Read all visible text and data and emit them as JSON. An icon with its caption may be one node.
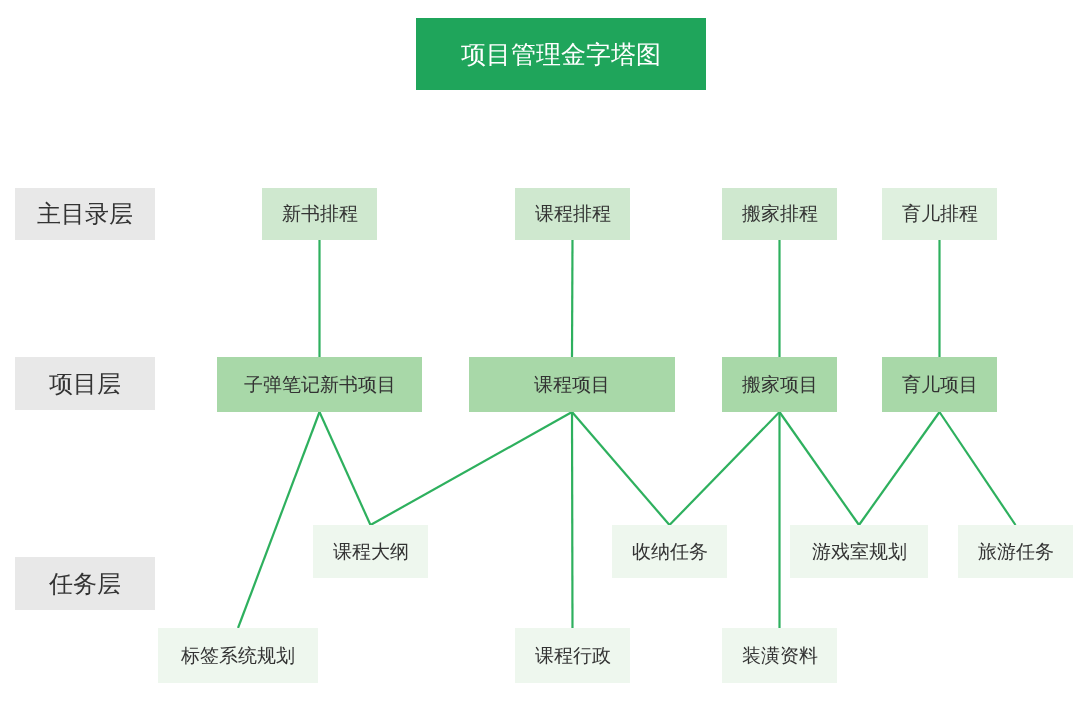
{
  "diagram": {
    "title": "项目管理金字塔图",
    "nodes": [
      {
        "text": [
          "主目录层"
        ]
      },
      {
        "text": [
          "新书排程"
        ]
      },
      {
        "text": [
          "课程排程"
        ]
      },
      {
        "text": [
          "搬家排程"
        ]
      },
      {
        "text": [
          "育儿排程"
        ]
      },
      {
        "text": [
          "项目层"
        ]
      },
      {
        "text": [
          "子弹笔记新书项目"
        ]
      },
      {
        "text": [
          "课程项目"
        ]
      },
      {
        "text": [
          "搬家项目"
        ]
      },
      {
        "text": [
          "育儿项目"
        ]
      },
      {
        "text": [
          "课程大纲"
        ]
      },
      {
        "text": [
          "收纳任务"
        ]
      },
      {
        "text": [
          "游戏室规划"
        ]
      },
      {
        "text": [
          "旅游任务"
        ]
      },
      {
        "text": [
          "任务层"
        ]
      },
      {
        "text": [
          "标签系统规划"
        ]
      },
      {
        "text": [
          "课程行政"
        ]
      },
      {
        "text": [
          "装潢资料"
        ]
      }
    ],
    "edges": [
      {
        "from": 1,
        "to": 6,
        "arrow": "none"
      },
      {
        "from": 2,
        "to": 7,
        "arrow": "none"
      },
      {
        "from": 3,
        "to": 8,
        "arrow": "none"
      },
      {
        "from": 4,
        "to": 9,
        "arrow": "none"
      },
      {
        "from": 6,
        "to": 15,
        "arrow": "none"
      },
      {
        "from": 6,
        "to": 10,
        "arrow": "none"
      },
      {
        "from": 7,
        "to": 10,
        "arrow": "none"
      },
      {
        "from": 7,
        "to": 16,
        "arrow": "none"
      },
      {
        "from": 7,
        "to": 11,
        "arrow": "none"
      },
      {
        "from": 8,
        "to": 11,
        "arrow": "none"
      },
      {
        "from": 8,
        "to": 17,
        "arrow": "none"
      },
      {
        "from": 8,
        "to": 12,
        "arrow": "none"
      },
      {
        "from": 9,
        "to": 12,
        "arrow": "none"
      },
      {
        "from": 9,
        "to": 13,
        "arrow": "none"
      }
    ]
  }
}
